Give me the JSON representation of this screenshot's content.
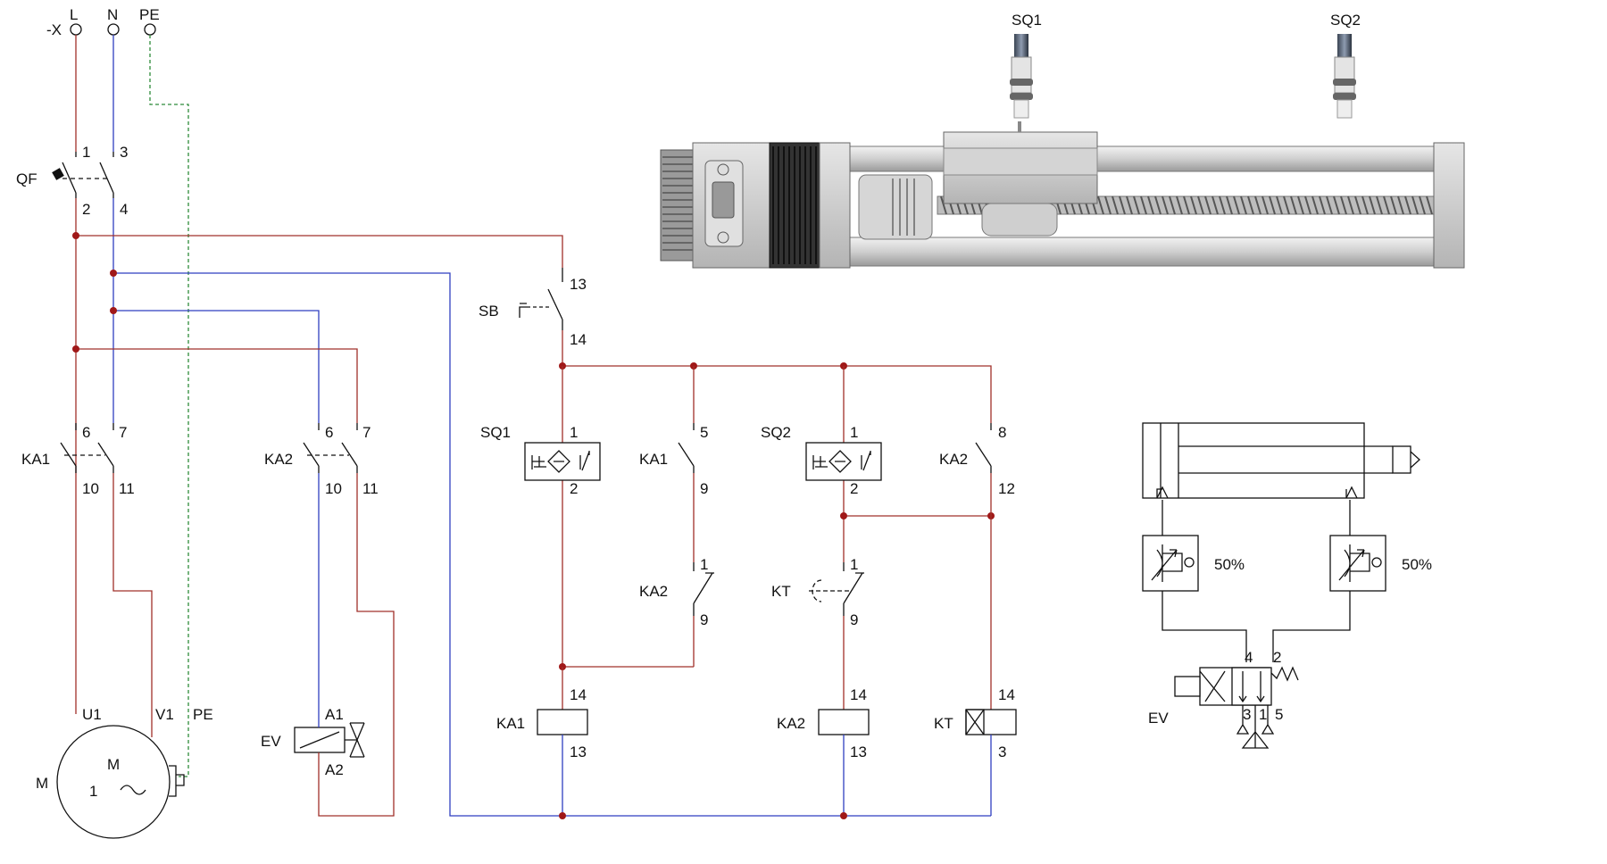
{
  "supply": {
    "x_label": "-X",
    "l": "L",
    "n": "N",
    "pe": "PE"
  },
  "breaker": {
    "label": "QF",
    "t1": "1",
    "t3": "3",
    "t2": "2",
    "t4": "4"
  },
  "ka1_power": {
    "label": "KA1",
    "t6": "6",
    "t7": "7",
    "t10": "10",
    "t11": "11"
  },
  "ka2_power": {
    "label": "KA2",
    "t6": "6",
    "t7": "7",
    "t10": "10",
    "t11": "11"
  },
  "motor": {
    "label": "M",
    "inner_m": "M",
    "inner_1": "1",
    "u1": "U1",
    "v1": "V1",
    "pe": "PE"
  },
  "valve_coil": {
    "label": "EV",
    "a1": "A1",
    "a2": "A2"
  },
  "sb": {
    "label": "SB",
    "t13": "13",
    "t14": "14"
  },
  "sq1": {
    "label": "SQ1",
    "t1": "1",
    "t2": "2"
  },
  "ka1_hold": {
    "label": "KA1",
    "t5": "5",
    "t9": "9"
  },
  "ka2_nc": {
    "label": "KA2",
    "t1": "1",
    "t9": "9"
  },
  "sq2": {
    "label": "SQ2",
    "t1": "1",
    "t2": "2"
  },
  "kt_contact": {
    "label": "KT",
    "t1": "1",
    "t9": "9"
  },
  "ka2_hold": {
    "label": "KA2",
    "t8": "8",
    "t12": "12"
  },
  "coil_ka1": {
    "label": "KA1",
    "t14": "14",
    "t13": "13"
  },
  "coil_ka2": {
    "label": "KA2",
    "t14": "14",
    "t13": "13"
  },
  "coil_kt": {
    "label": "KT",
    "t14": "14",
    "t3": "3"
  },
  "actuator": {
    "sq1": "SQ1",
    "sq2": "SQ2"
  },
  "pneumatic": {
    "flow_left": "50%",
    "flow_right": "50%",
    "valve_label": "EV",
    "p4": "4",
    "p2": "2",
    "p3": "3",
    "p1": "1",
    "p5": "5"
  },
  "colors": {
    "phase": "#a0302a",
    "neutral": "#2f3fc0",
    "earth": "#2e8b3a"
  }
}
